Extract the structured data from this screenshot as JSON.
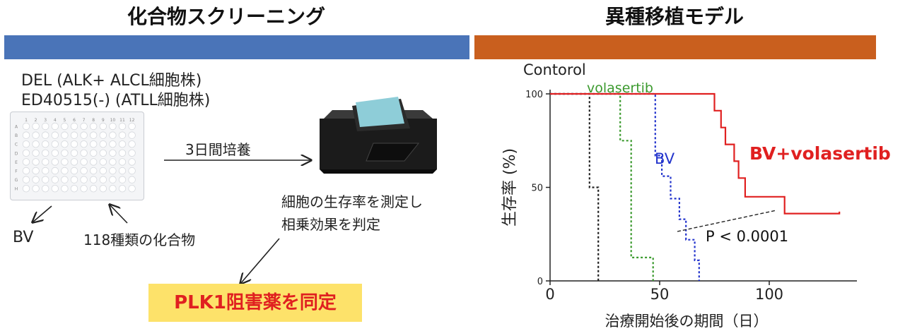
{
  "left_panel": {
    "title": "化合物スクリーニング",
    "bar_color": "#4a74b8",
    "cell_line_1": "DEL (ALK+ ALCL細胞株)",
    "cell_line_2": "ED40515(-) (ATLL細胞株)",
    "plate_columns": [
      "1",
      "2",
      "3",
      "4",
      "5",
      "6",
      "7",
      "8",
      "9",
      "10",
      "11",
      "12"
    ],
    "plate_rows": [
      "A",
      "B",
      "C",
      "D",
      "E",
      "F",
      "G",
      "H"
    ],
    "culture_label": "3日間培養",
    "measure_line_1": "細胞の生存率を測定し",
    "measure_line_2": "相乗効果を判定",
    "bv_label": "BV",
    "compounds_label": "118種類の化合物",
    "result_label": "PLK1阻害薬を同定",
    "result_bg_color": "#fde26a",
    "result_text_color": "#e02020"
  },
  "right_panel": {
    "title": "異種移植モデル",
    "bar_color": "#c95f1e"
  },
  "chart_data": {
    "type": "line",
    "subtype": "kaplan-meier",
    "xlabel": "治療開始後の期間（日）",
    "ylabel": "生存率 (%)",
    "xlim": [
      0,
      140
    ],
    "ylim": [
      0,
      100
    ],
    "xticks": [
      0,
      50,
      100
    ],
    "yticks": [
      0,
      50,
      100
    ],
    "grid": false,
    "series": [
      {
        "name": "Contorol",
        "color": "#222222",
        "dash": "dotted",
        "points": [
          [
            0,
            100
          ],
          [
            18,
            100
          ],
          [
            18,
            50
          ],
          [
            22,
            50
          ],
          [
            22,
            0
          ]
        ]
      },
      {
        "name": "volasertib",
        "color": "#3b9a2e",
        "dash": "dotted",
        "points": [
          [
            0,
            100
          ],
          [
            32,
            100
          ],
          [
            32,
            75
          ],
          [
            37,
            75
          ],
          [
            37,
            12.5
          ],
          [
            47,
            12.5
          ],
          [
            47,
            0
          ]
        ]
      },
      {
        "name": "BV",
        "color": "#2233cc",
        "dash": "dotted",
        "points": [
          [
            0,
            100
          ],
          [
            48,
            100
          ],
          [
            48,
            67
          ],
          [
            51,
            67
          ],
          [
            51,
            56
          ],
          [
            55,
            56
          ],
          [
            55,
            44
          ],
          [
            59,
            44
          ],
          [
            59,
            33
          ],
          [
            62,
            33
          ],
          [
            62,
            22
          ],
          [
            66,
            22
          ],
          [
            66,
            11
          ],
          [
            68,
            11
          ],
          [
            68,
            0
          ]
        ]
      },
      {
        "name": "BV+volasertib",
        "color": "#e02020",
        "dash": "solid",
        "points": [
          [
            0,
            100
          ],
          [
            75,
            100
          ],
          [
            75,
            91
          ],
          [
            78,
            91
          ],
          [
            78,
            82
          ],
          [
            80,
            82
          ],
          [
            80,
            73
          ],
          [
            84,
            73
          ],
          [
            84,
            64
          ],
          [
            86,
            64
          ],
          [
            86,
            55
          ],
          [
            89,
            55
          ],
          [
            89,
            45
          ],
          [
            107,
            45
          ],
          [
            107,
            36
          ],
          [
            132,
            36
          ],
          [
            132,
            37
          ]
        ]
      }
    ],
    "annotation": {
      "text": "P < 0.0001"
    }
  }
}
